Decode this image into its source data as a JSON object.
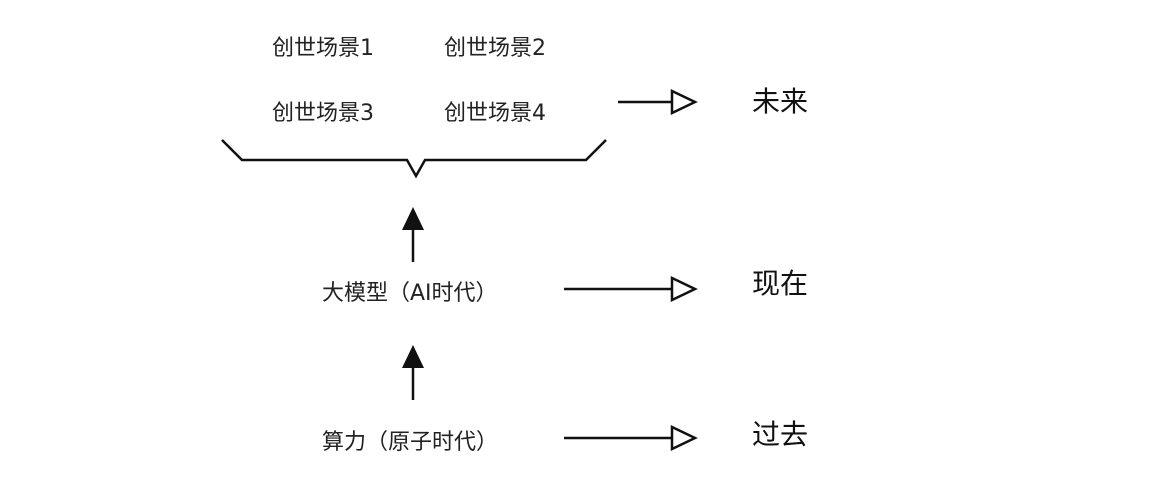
{
  "future": {
    "scenes": [
      "创世场景1",
      "创世场景2",
      "创世场景3",
      "创世场景4"
    ],
    "era": "未来"
  },
  "present": {
    "label": "大模型（AI时代）",
    "era": "现在"
  },
  "past": {
    "label": "算力（原子时代）",
    "era": "过去"
  },
  "colors": {
    "stroke": "#111111",
    "text": "#222222"
  }
}
